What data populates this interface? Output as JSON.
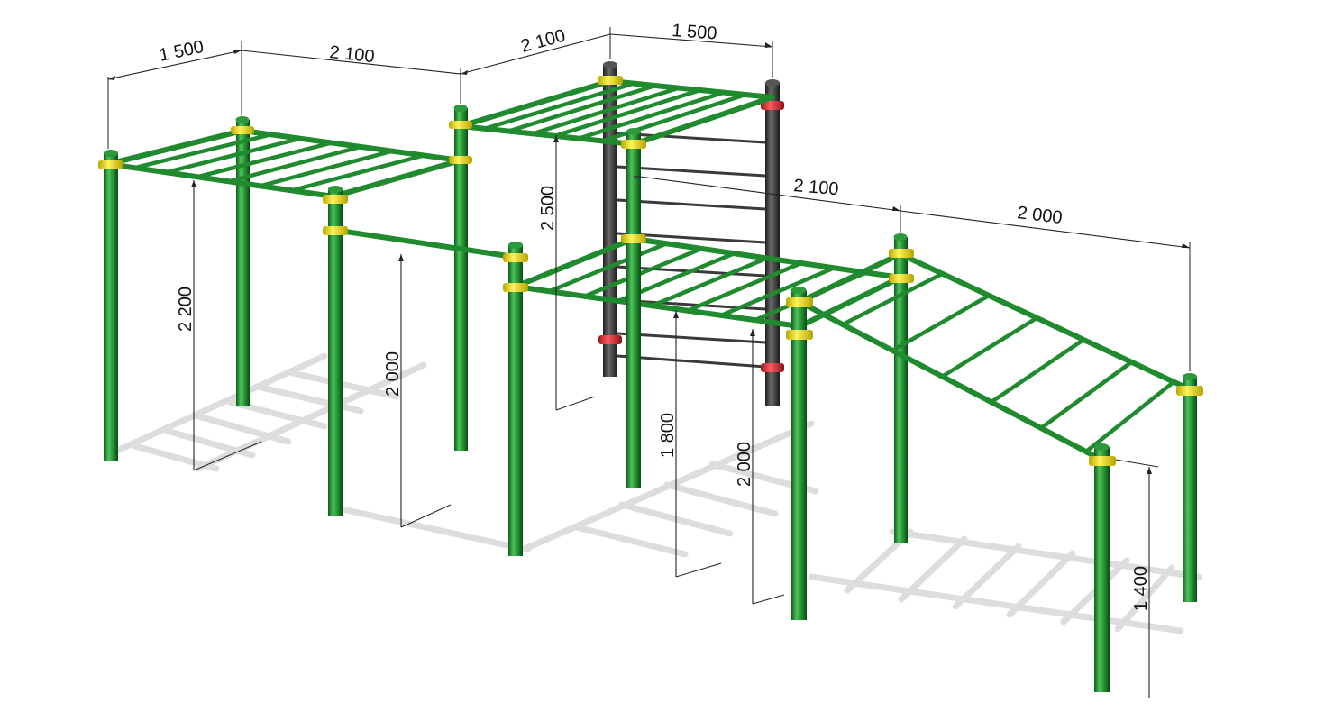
{
  "colors": {
    "background": "#ffffff",
    "frame_green": "#1f8a2e",
    "frame_green_dark": "#0f5e1c",
    "frame_green_light": "#4fc25c",
    "post_dark": "#3a3a3a",
    "clamp_yellow": "#f2e21a",
    "clamp_red": "#e0303a",
    "shadow": "#dcdcdc",
    "dimension_line": "#222222"
  },
  "dimensions": {
    "width_1": "1 500",
    "width_2": "2 100",
    "width_3": "2 100",
    "width_4": "1 500",
    "width_5": "2 100",
    "width_6": "2 000",
    "height_1": "2 200",
    "height_2": "2 000",
    "height_3": "2 500",
    "height_4": "1 800",
    "height_5": "2 000",
    "height_6": "1 400"
  }
}
